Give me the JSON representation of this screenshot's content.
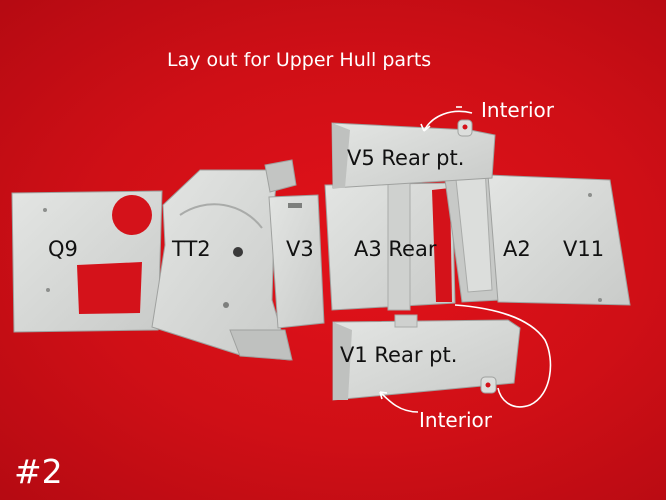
{
  "title": "Lay out for Upper Hull parts",
  "photo_number": "#2",
  "colors": {
    "background": "#d4121a",
    "plastic": "#d6d8d6",
    "annotation": "#ffffff",
    "part_label": "#111111"
  },
  "parts": [
    {
      "label": "Q9"
    },
    {
      "label": "TT2"
    },
    {
      "label": "V3"
    },
    {
      "label": "A3 Rear"
    },
    {
      "label": "A2"
    },
    {
      "label": "V11"
    },
    {
      "label": "V5 Rear pt."
    },
    {
      "label": "V1 Rear pt."
    }
  ],
  "annotations": [
    {
      "text": "Interior"
    },
    {
      "text": "Interior"
    }
  ]
}
